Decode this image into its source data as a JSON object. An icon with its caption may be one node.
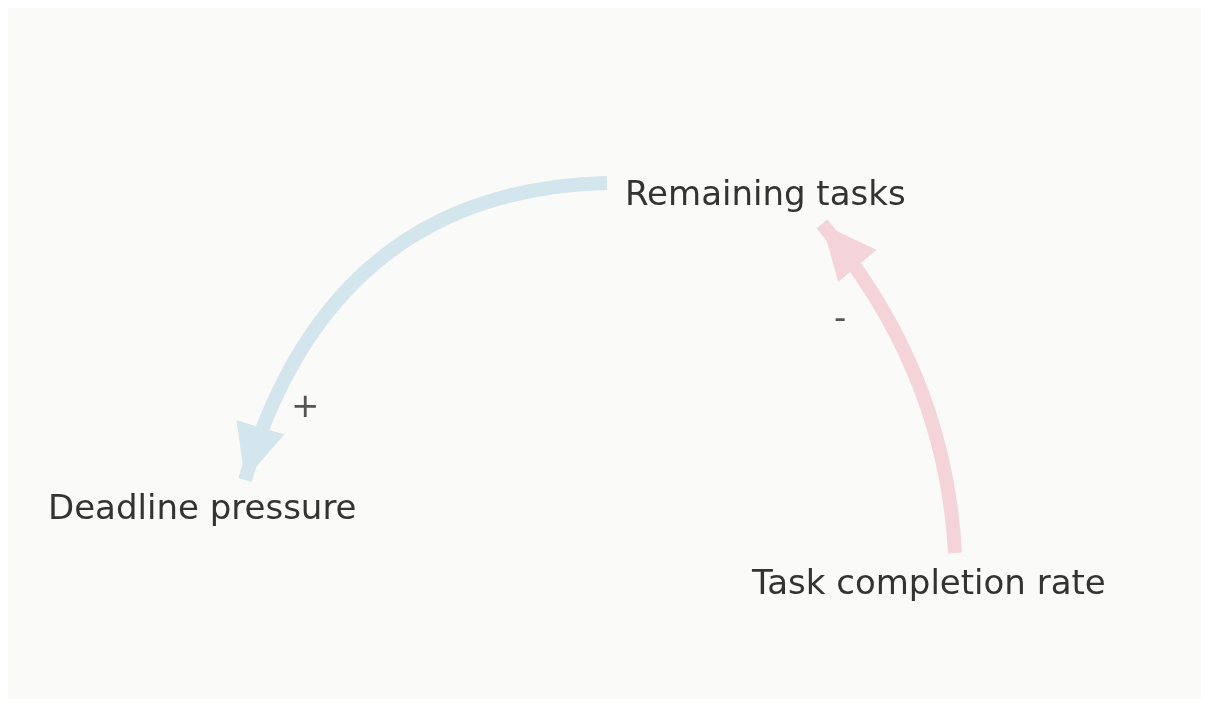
{
  "diagram": {
    "nodes": [
      {
        "text": [
          "Remaining tasks"
        ]
      },
      {
        "text": [
          "Deadline pressure"
        ]
      },
      {
        "text": [
          "Task completion rate"
        ]
      }
    ],
    "edges": [
      {
        "from": 0,
        "to": 1,
        "arrow": "to",
        "label": "+",
        "color": "#d3e6ee"
      },
      {
        "from": 2,
        "to": 0,
        "arrow": "to",
        "label": "-",
        "color": "#f4d3d9"
      }
    ]
  }
}
